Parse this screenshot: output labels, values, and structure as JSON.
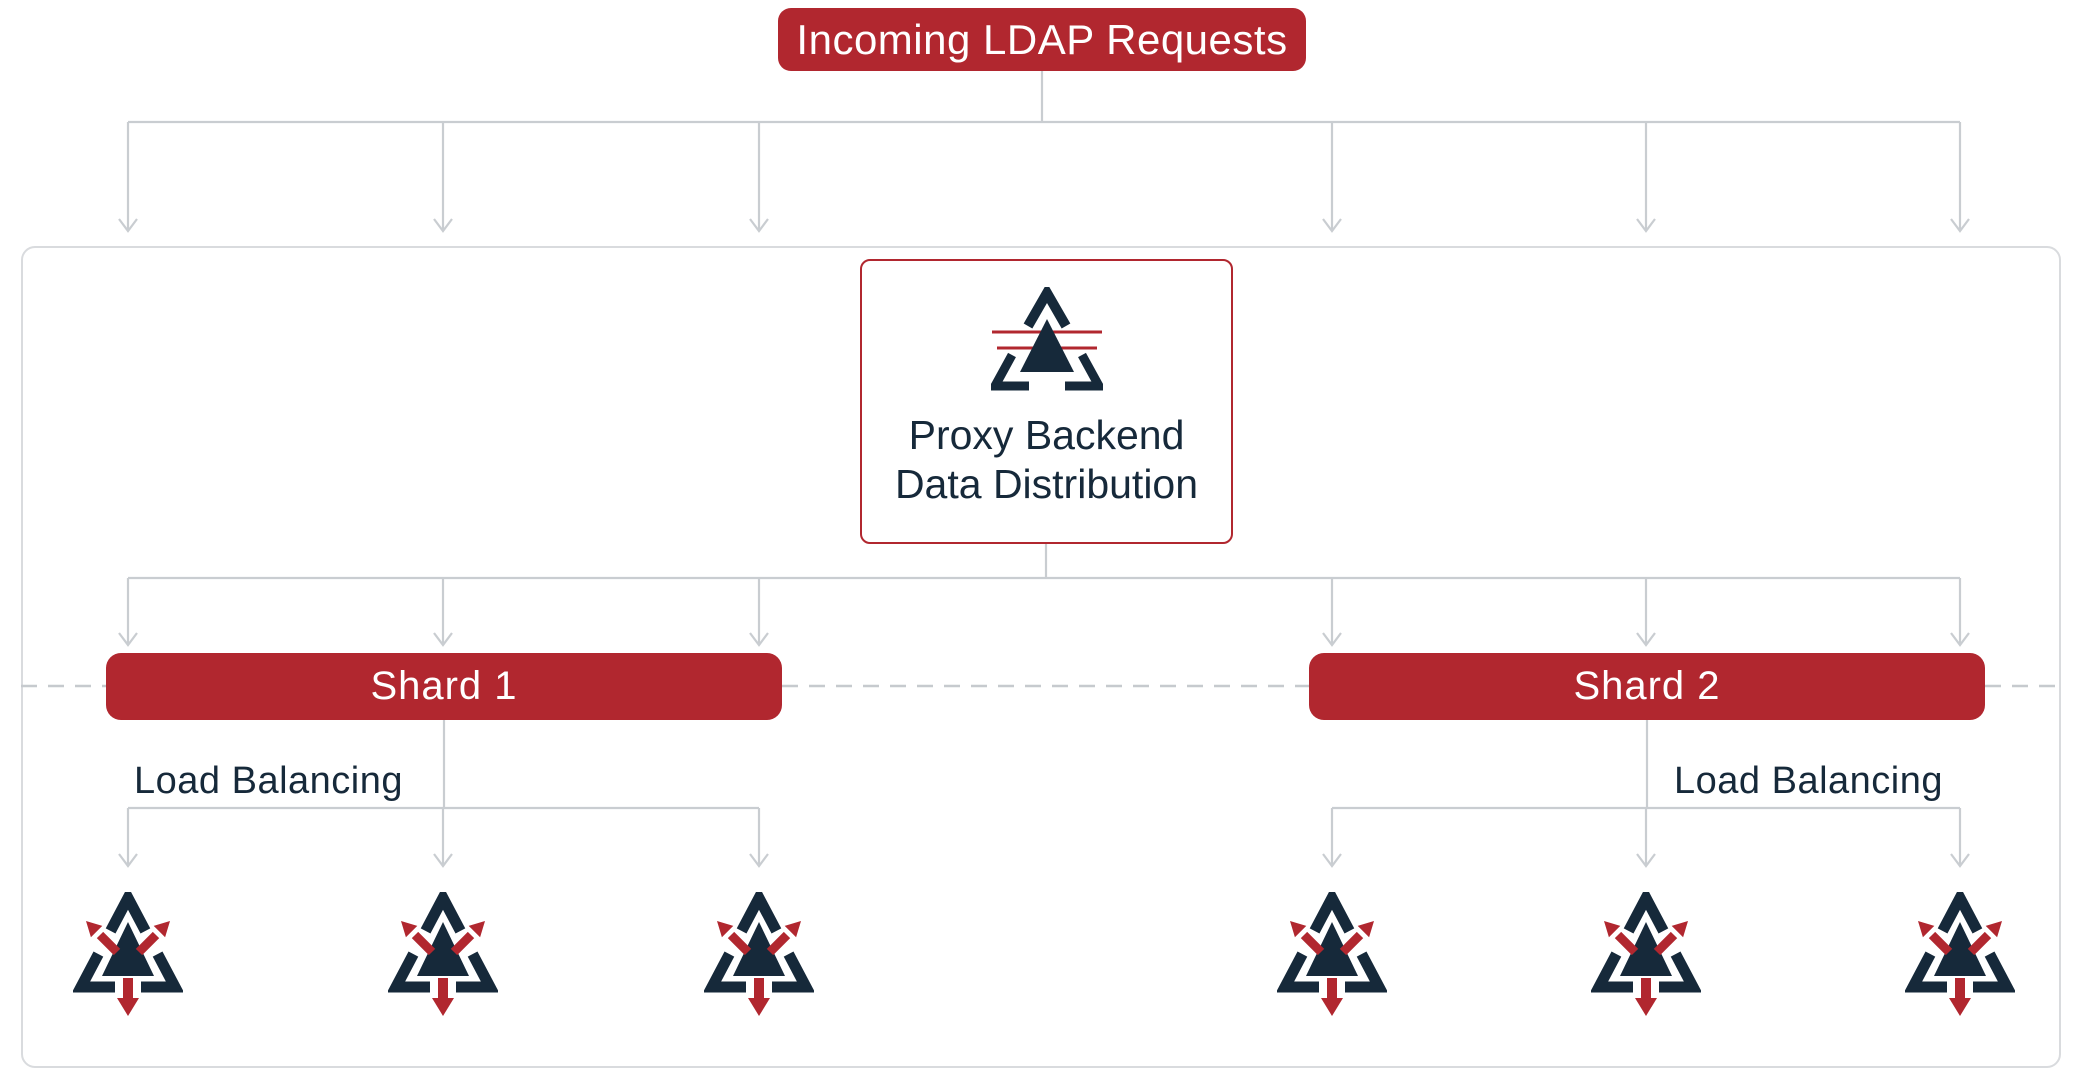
{
  "diagram": {
    "title": "Incoming LDAP Requests",
    "proxy": {
      "line1": "Proxy Backend",
      "line2": "Data Distribution",
      "icon": "directory-proxy-icon"
    },
    "shards": [
      {
        "label": "Shard 1",
        "load_balancing_label": "Load Balancing",
        "replica_count": 3,
        "replica_icon": "directory-server-replication-icon"
      },
      {
        "label": "Shard 2",
        "load_balancing_label": "Load Balancing",
        "replica_count": 3,
        "replica_icon": "directory-server-replication-icon"
      }
    ]
  },
  "colors": {
    "accent_red": "#B1272F",
    "navy_text": "#16293A",
    "connector_gray": "#C9CDD1",
    "frame_border_gray": "#D9DBDE",
    "dash_gray": "#C6CACE",
    "node_text_white": "#FFFFFF"
  }
}
